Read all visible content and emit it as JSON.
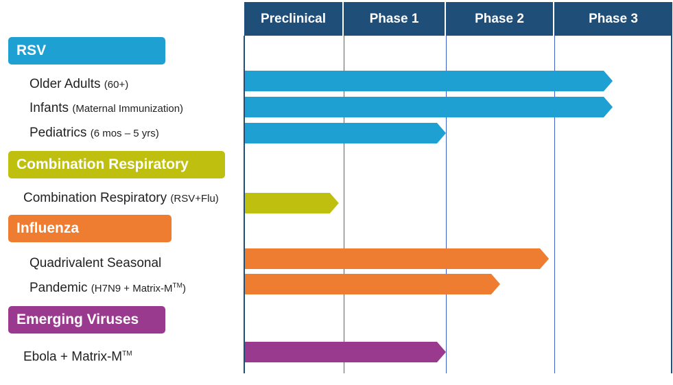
{
  "colors": {
    "header": "#1f4e79",
    "RSV": "#1ea0d2",
    "Combination Respiratory": "#bfbf10",
    "Influenza": "#ee7d31",
    "Emerging Viruses": "#9a3a8f"
  },
  "chart_data": {
    "type": "bar",
    "orientation": "horizontal",
    "phases": [
      "Preclinical",
      "Phase 1",
      "Phase 2",
      "Phase 3"
    ],
    "xlim": [
      0,
      4
    ],
    "categories": [
      {
        "name": "RSV",
        "programs": [
          {
            "name": "Older Adults",
            "detail": "(60+)",
            "value": 3.5
          },
          {
            "name": "Infants",
            "detail": "(Maternal Immunization)",
            "value": 3.5
          },
          {
            "name": "Pediatrics",
            "detail": "(6 mos – 5 yrs)",
            "value": 2.0
          }
        ]
      },
      {
        "name": "Combination Respiratory",
        "programs": [
          {
            "name": "Combination Respiratory",
            "detail": "(RSV+Flu)",
            "value": 0.95
          }
        ]
      },
      {
        "name": "Influenza",
        "programs": [
          {
            "name": "Quadrivalent Seasonal",
            "detail": "",
            "value": 2.95
          },
          {
            "name": "Pandemic",
            "detail": "(H7N9 + Matrix-M",
            "detail_sup": "TM",
            "detail_end": ")",
            "value": 2.5
          }
        ]
      },
      {
        "name": "Emerging Viruses",
        "programs": [
          {
            "name": "Ebola + Matrix-M",
            "name_sup": "TM",
            "detail": "",
            "value": 2.0
          }
        ]
      }
    ]
  }
}
